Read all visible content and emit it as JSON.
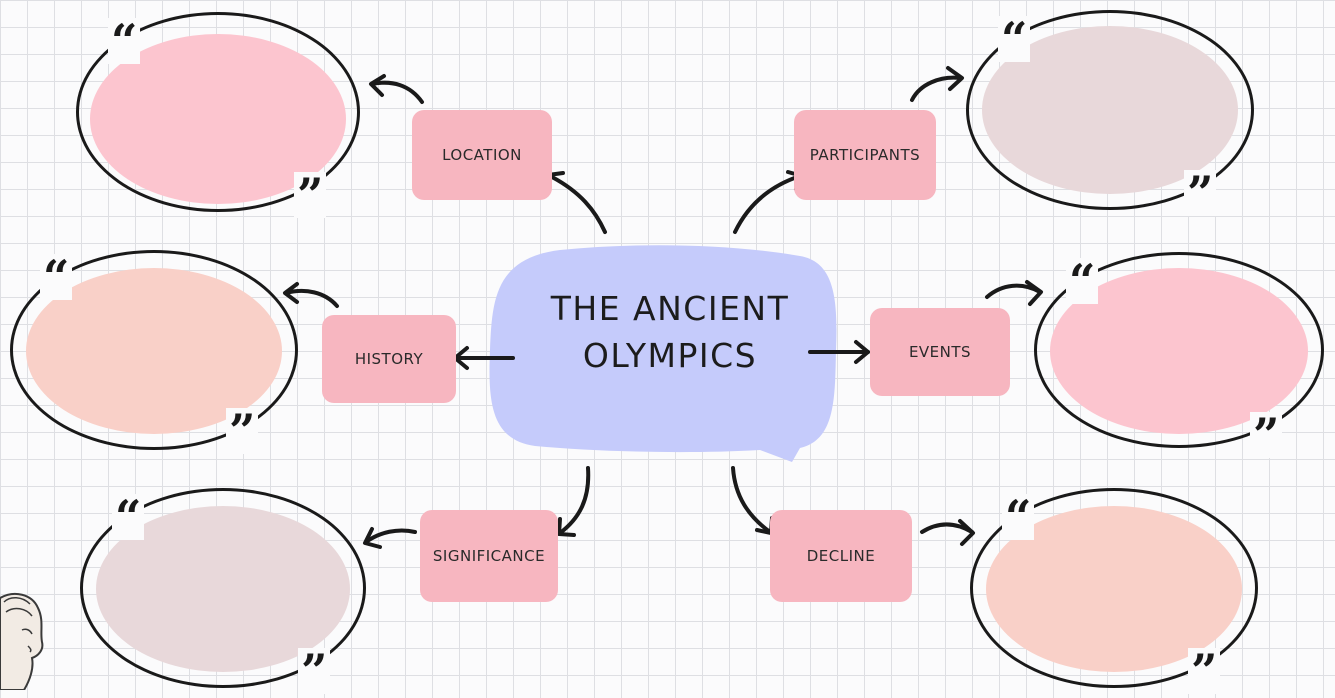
{
  "title_line1": "THE ANCIENT",
  "title_line2": "OLYMPICS",
  "quote_open": "“",
  "quote_close": "”",
  "topics": {
    "location": "LOCATION",
    "participants": "PARTICIPANTS",
    "history": "HISTORY",
    "events": "EVENTS",
    "significance": "SIGNIFICANCE",
    "decline": "DECLINE"
  },
  "colors": {
    "center_bubble": "#c5cbfb",
    "topic_box": "#f7b6c0",
    "pink": "#fcc5cf",
    "mauve": "#e8d8da",
    "peach": "#f9d0c8",
    "outline": "#1a1a1a"
  },
  "icons": {
    "decoration": "greek-statue-head-icon"
  }
}
